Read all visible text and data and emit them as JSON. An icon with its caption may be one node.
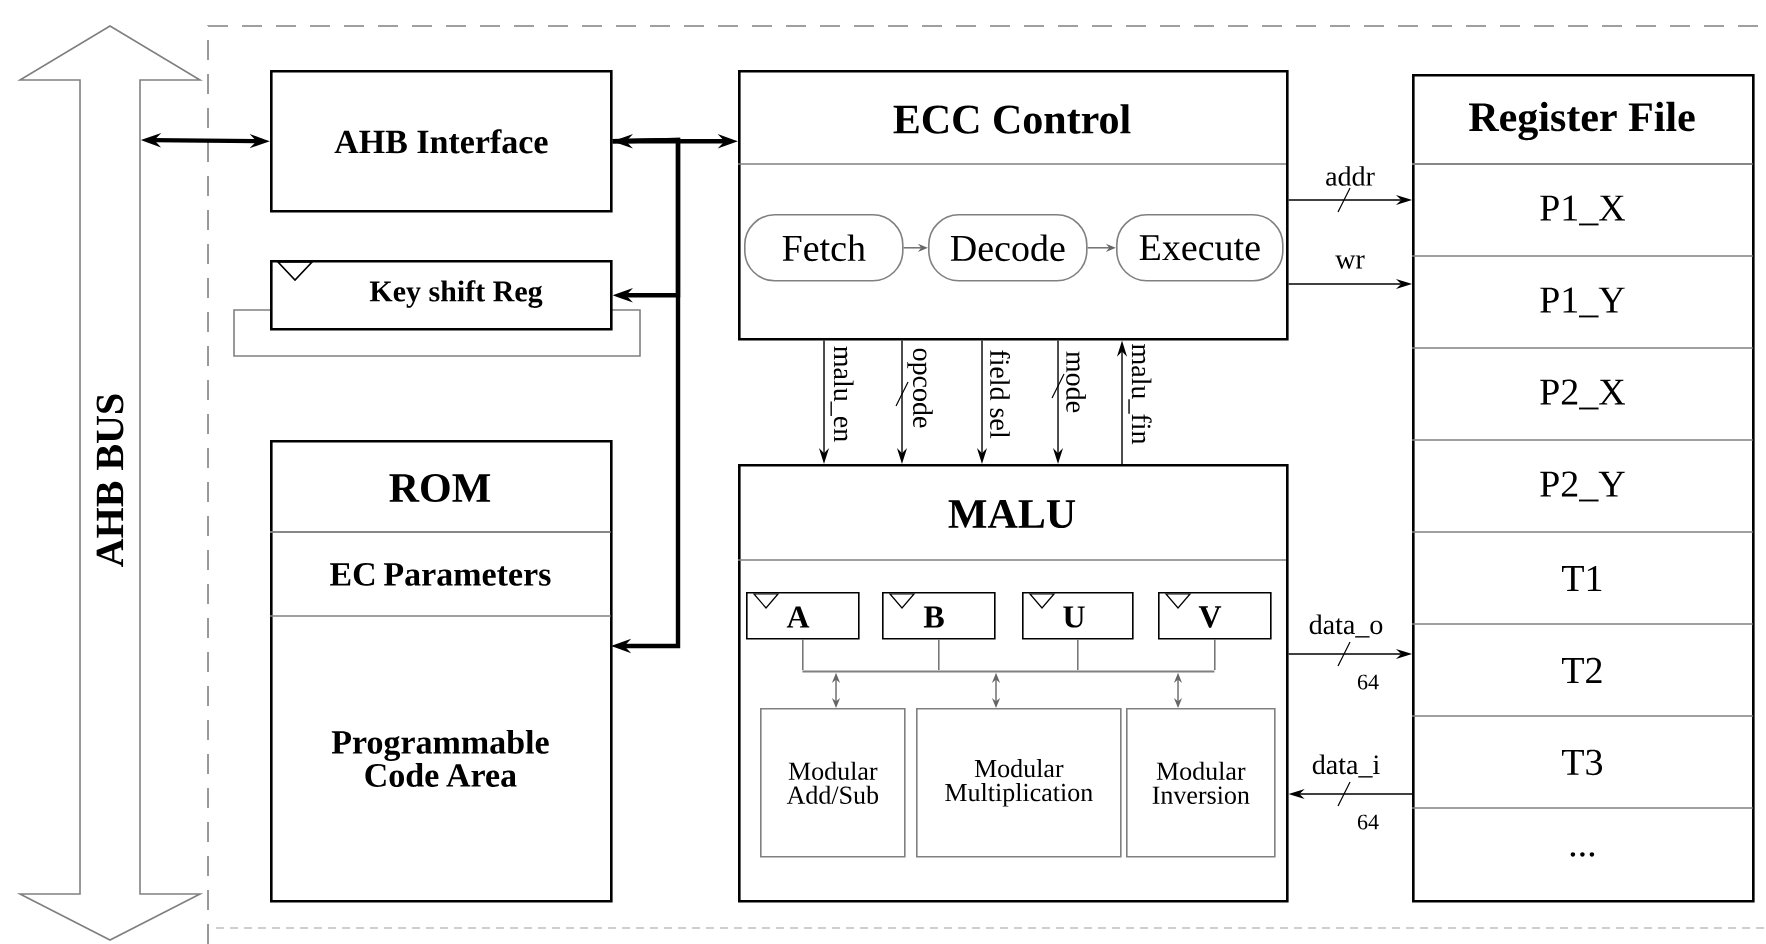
{
  "diagram": {
    "nodes": [
      {
        "text": [
          "AHB BUS"
        ]
      },
      {
        "text": [
          "AHB Interface"
        ]
      },
      {
        "text": [
          "Key shift Reg"
        ]
      },
      {
        "text": [
          "ROM"
        ]
      },
      {
        "text": [
          "EC Parameters"
        ],
        "in": 3
      },
      {
        "text": [
          "Programmable Code Area"
        ],
        "in": 3
      },
      {
        "text": [
          "ECC Control"
        ]
      },
      {
        "text": [
          "Fetch"
        ],
        "in": 6
      },
      {
        "text": [
          "Decode"
        ],
        "in": 6
      },
      {
        "text": [
          "Execute"
        ],
        "in": 6
      },
      {
        "text": [
          "MALU"
        ]
      },
      {
        "text": [
          "A"
        ],
        "in": 10
      },
      {
        "text": [
          "B"
        ],
        "in": 10
      },
      {
        "text": [
          "U"
        ],
        "in": 10
      },
      {
        "text": [
          "V"
        ],
        "in": 10
      },
      {
        "text": [],
        "shape": "bar",
        "in": 10
      },
      {
        "text": [
          "Modular Add/Sub"
        ],
        "in": 10
      },
      {
        "text": [
          "Modular Multiplication"
        ],
        "in": 10
      },
      {
        "text": [
          "Modular Inversion"
        ],
        "in": 10
      },
      {
        "text": [
          "Register File"
        ]
      },
      {
        "text": [
          "P1_X"
        ],
        "in": 19
      },
      {
        "text": [
          "P1_Y"
        ],
        "in": 19
      },
      {
        "text": [
          "P2_X"
        ],
        "in": 19
      },
      {
        "text": [
          "P2_Y"
        ],
        "in": 19
      },
      {
        "text": [
          "T1"
        ],
        "in": 19
      },
      {
        "text": [
          "T2"
        ],
        "in": 19
      },
      {
        "text": [
          "T3"
        ],
        "in": 19
      },
      {
        "text": [
          "..."
        ],
        "in": 19
      }
    ],
    "edges": [
      {
        "from": 0,
        "to": 1,
        "arrow": "both",
        "style": "thick"
      },
      {
        "from": 1,
        "to": 6,
        "arrow": "both",
        "style": "thick"
      },
      {
        "from": 1,
        "to": 2,
        "arrow": "to",
        "style": "thick"
      },
      {
        "from": 1,
        "to": 5,
        "arrow": "to",
        "style": "thick"
      },
      {
        "from": 7,
        "to": 8,
        "arrow": "to",
        "color": "#666666"
      },
      {
        "from": 8,
        "to": 9,
        "arrow": "to",
        "color": "#666666"
      },
      {
        "from": 6,
        "to": 10,
        "arrow": "to",
        "label": "malu_en"
      },
      {
        "from": 6,
        "to": 10,
        "arrow": "to",
        "label": "opcode"
      },
      {
        "from": 6,
        "to": 10,
        "arrow": "to",
        "label": "field sel"
      },
      {
        "from": 6,
        "to": 10,
        "arrow": "to",
        "label": "mode"
      },
      {
        "from": 10,
        "to": 6,
        "arrow": "to",
        "label": "malu_fin"
      },
      {
        "from": 6,
        "to": 19,
        "arrow": "to",
        "label": "addr"
      },
      {
        "from": 6,
        "to": 19,
        "arrow": "to",
        "label": "wr"
      },
      {
        "from": 10,
        "to": 19,
        "arrow": "to",
        "label": "data_o"
      },
      {
        "from": 19,
        "to": 10,
        "arrow": "to",
        "label": "data_i"
      },
      {
        "from": 11,
        "to": 15,
        "arrow": "none",
        "color": "#666666"
      },
      {
        "from": 12,
        "to": 15,
        "arrow": "none",
        "color": "#666666"
      },
      {
        "from": 13,
        "to": 15,
        "arrow": "none",
        "color": "#666666"
      },
      {
        "from": 14,
        "to": 15,
        "arrow": "none",
        "color": "#666666"
      },
      {
        "from": 15,
        "to": 16,
        "arrow": "both",
        "color": "#666666"
      },
      {
        "from": 15,
        "to": 17,
        "arrow": "both",
        "color": "#666666"
      },
      {
        "from": 15,
        "to": 18,
        "arrow": "both",
        "color": "#666666"
      }
    ],
    "labels": [
      "64",
      "64"
    ]
  }
}
